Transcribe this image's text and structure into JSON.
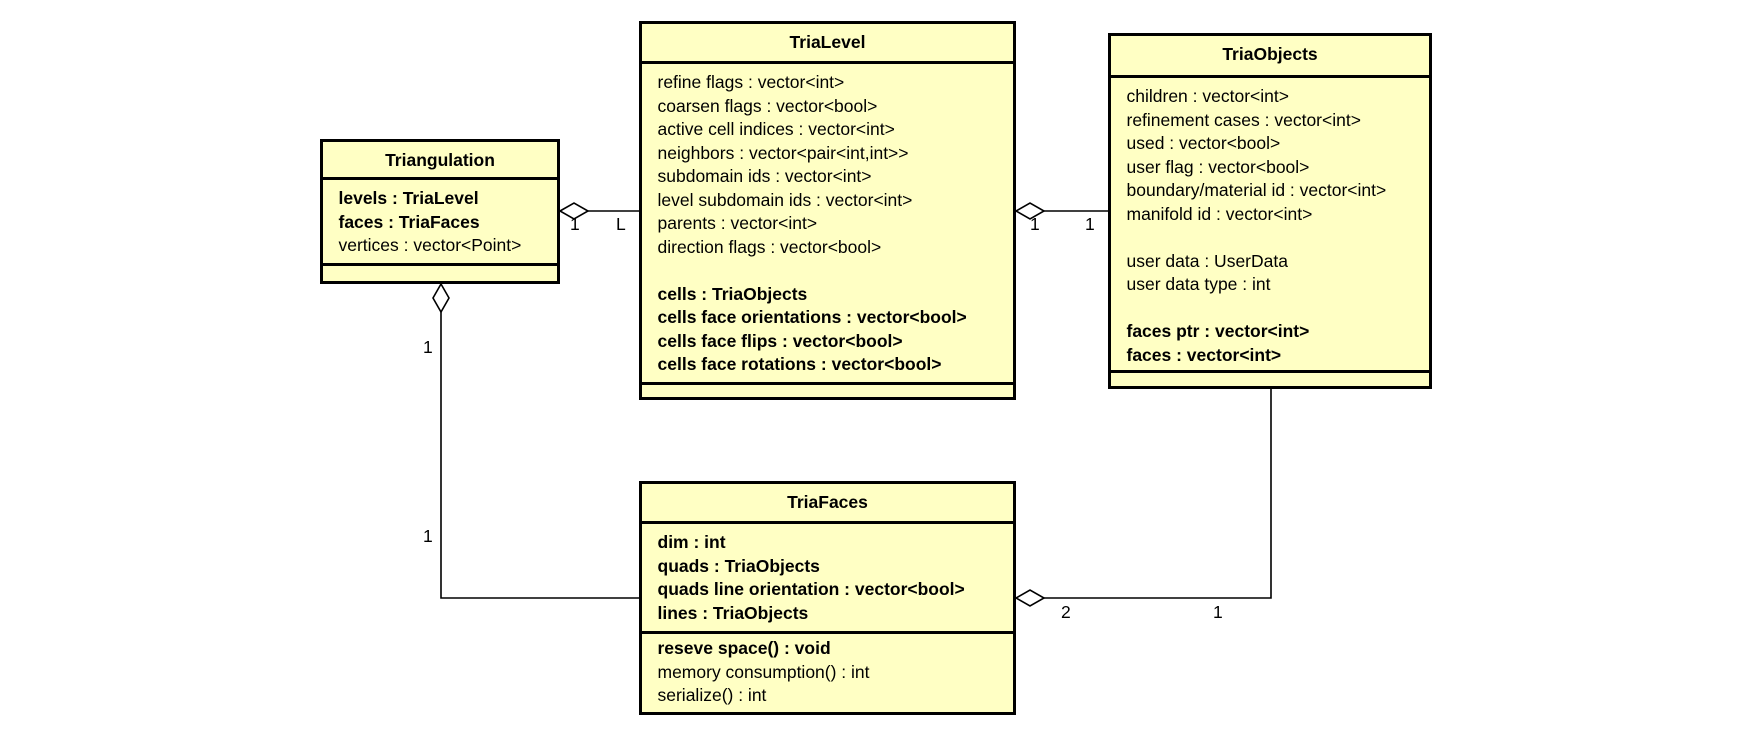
{
  "diagram": {
    "classes": {
      "triangulation": {
        "name": "Triangulation",
        "attributes": [
          {
            "text": "levels : TriaLevel",
            "bold": true
          },
          {
            "text": "faces : TriaFaces",
            "bold": true
          },
          {
            "text": "vertices : vector<Point>",
            "bold": false
          }
        ],
        "operations": []
      },
      "trialevel": {
        "name": "TriaLevel",
        "attributes": [
          {
            "text": "refine flags : vector<int>",
            "bold": false
          },
          {
            "text": "coarsen flags : vector<bool>",
            "bold": false
          },
          {
            "text": "active cell indices : vector<int>",
            "bold": false
          },
          {
            "text": "neighbors : vector<pair<int,int>>",
            "bold": false
          },
          {
            "text": "subdomain ids : vector<int>",
            "bold": false
          },
          {
            "text": "level subdomain ids : vector<int>",
            "bold": false
          },
          {
            "text": "parents : vector<int>",
            "bold": false
          },
          {
            "text": "direction flags : vector<bool>",
            "bold": false
          },
          {
            "text": "",
            "bold": false
          },
          {
            "text": "cells : TriaObjects",
            "bold": true
          },
          {
            "text": "cells face orientations : vector<bool>",
            "bold": true
          },
          {
            "text": "cells face flips : vector<bool>",
            "bold": true
          },
          {
            "text": "cells face rotations : vector<bool>",
            "bold": true
          }
        ],
        "operations": []
      },
      "triaobjects": {
        "name": "TriaObjects",
        "attributes": [
          {
            "text": "children : vector<int>",
            "bold": false
          },
          {
            "text": "refinement cases : vector<int>",
            "bold": false
          },
          {
            "text": "used : vector<bool>",
            "bold": false
          },
          {
            "text": "user flag : vector<bool>",
            "bold": false
          },
          {
            "text": "boundary/material id : vector<int>",
            "bold": false
          },
          {
            "text": "manifold id : vector<int>",
            "bold": false
          },
          {
            "text": "",
            "bold": false
          },
          {
            "text": "user data : UserData",
            "bold": false
          },
          {
            "text": "user data type : int",
            "bold": false
          },
          {
            "text": "",
            "bold": false
          },
          {
            "text": "faces ptr : vector<int>",
            "bold": true
          },
          {
            "text": "faces : vector<int>",
            "bold": true
          }
        ],
        "operations": []
      },
      "triafaces": {
        "name": "TriaFaces",
        "attributes": [
          {
            "text": "dim : int",
            "bold": true
          },
          {
            "text": "quads : TriaObjects",
            "bold": true
          },
          {
            "text": "quads line orientation : vector<bool>",
            "bold": true
          },
          {
            "text": "lines : TriaObjects",
            "bold": true
          }
        ],
        "operations": [
          {
            "text": "reseve space() : void",
            "bold": true
          },
          {
            "text": "memory consumption() : int",
            "bold": false
          },
          {
            "text": "serialize() : int",
            "bold": false
          }
        ]
      }
    },
    "associations": [
      {
        "from": "Triangulation",
        "to": "TriaLevel",
        "kind": "aggregation",
        "whole_end_multiplicity": "1",
        "part_end_multiplicity": "L"
      },
      {
        "from": "TriaLevel",
        "to": "TriaObjects",
        "kind": "aggregation",
        "whole_end_multiplicity": "1",
        "part_end_multiplicity": "1"
      },
      {
        "from": "Triangulation",
        "to": "TriaFaces",
        "kind": "aggregation",
        "whole_end_multiplicity": "1",
        "part_end_multiplicity": "1"
      },
      {
        "from": "TriaFaces",
        "to": "TriaObjects",
        "kind": "aggregation",
        "whole_end_multiplicity": "2",
        "part_end_multiplicity": "1"
      }
    ],
    "colors": {
      "class_fill": "#ffffc4",
      "stroke": "#000000",
      "diamond_fill": "#ffffff"
    }
  }
}
